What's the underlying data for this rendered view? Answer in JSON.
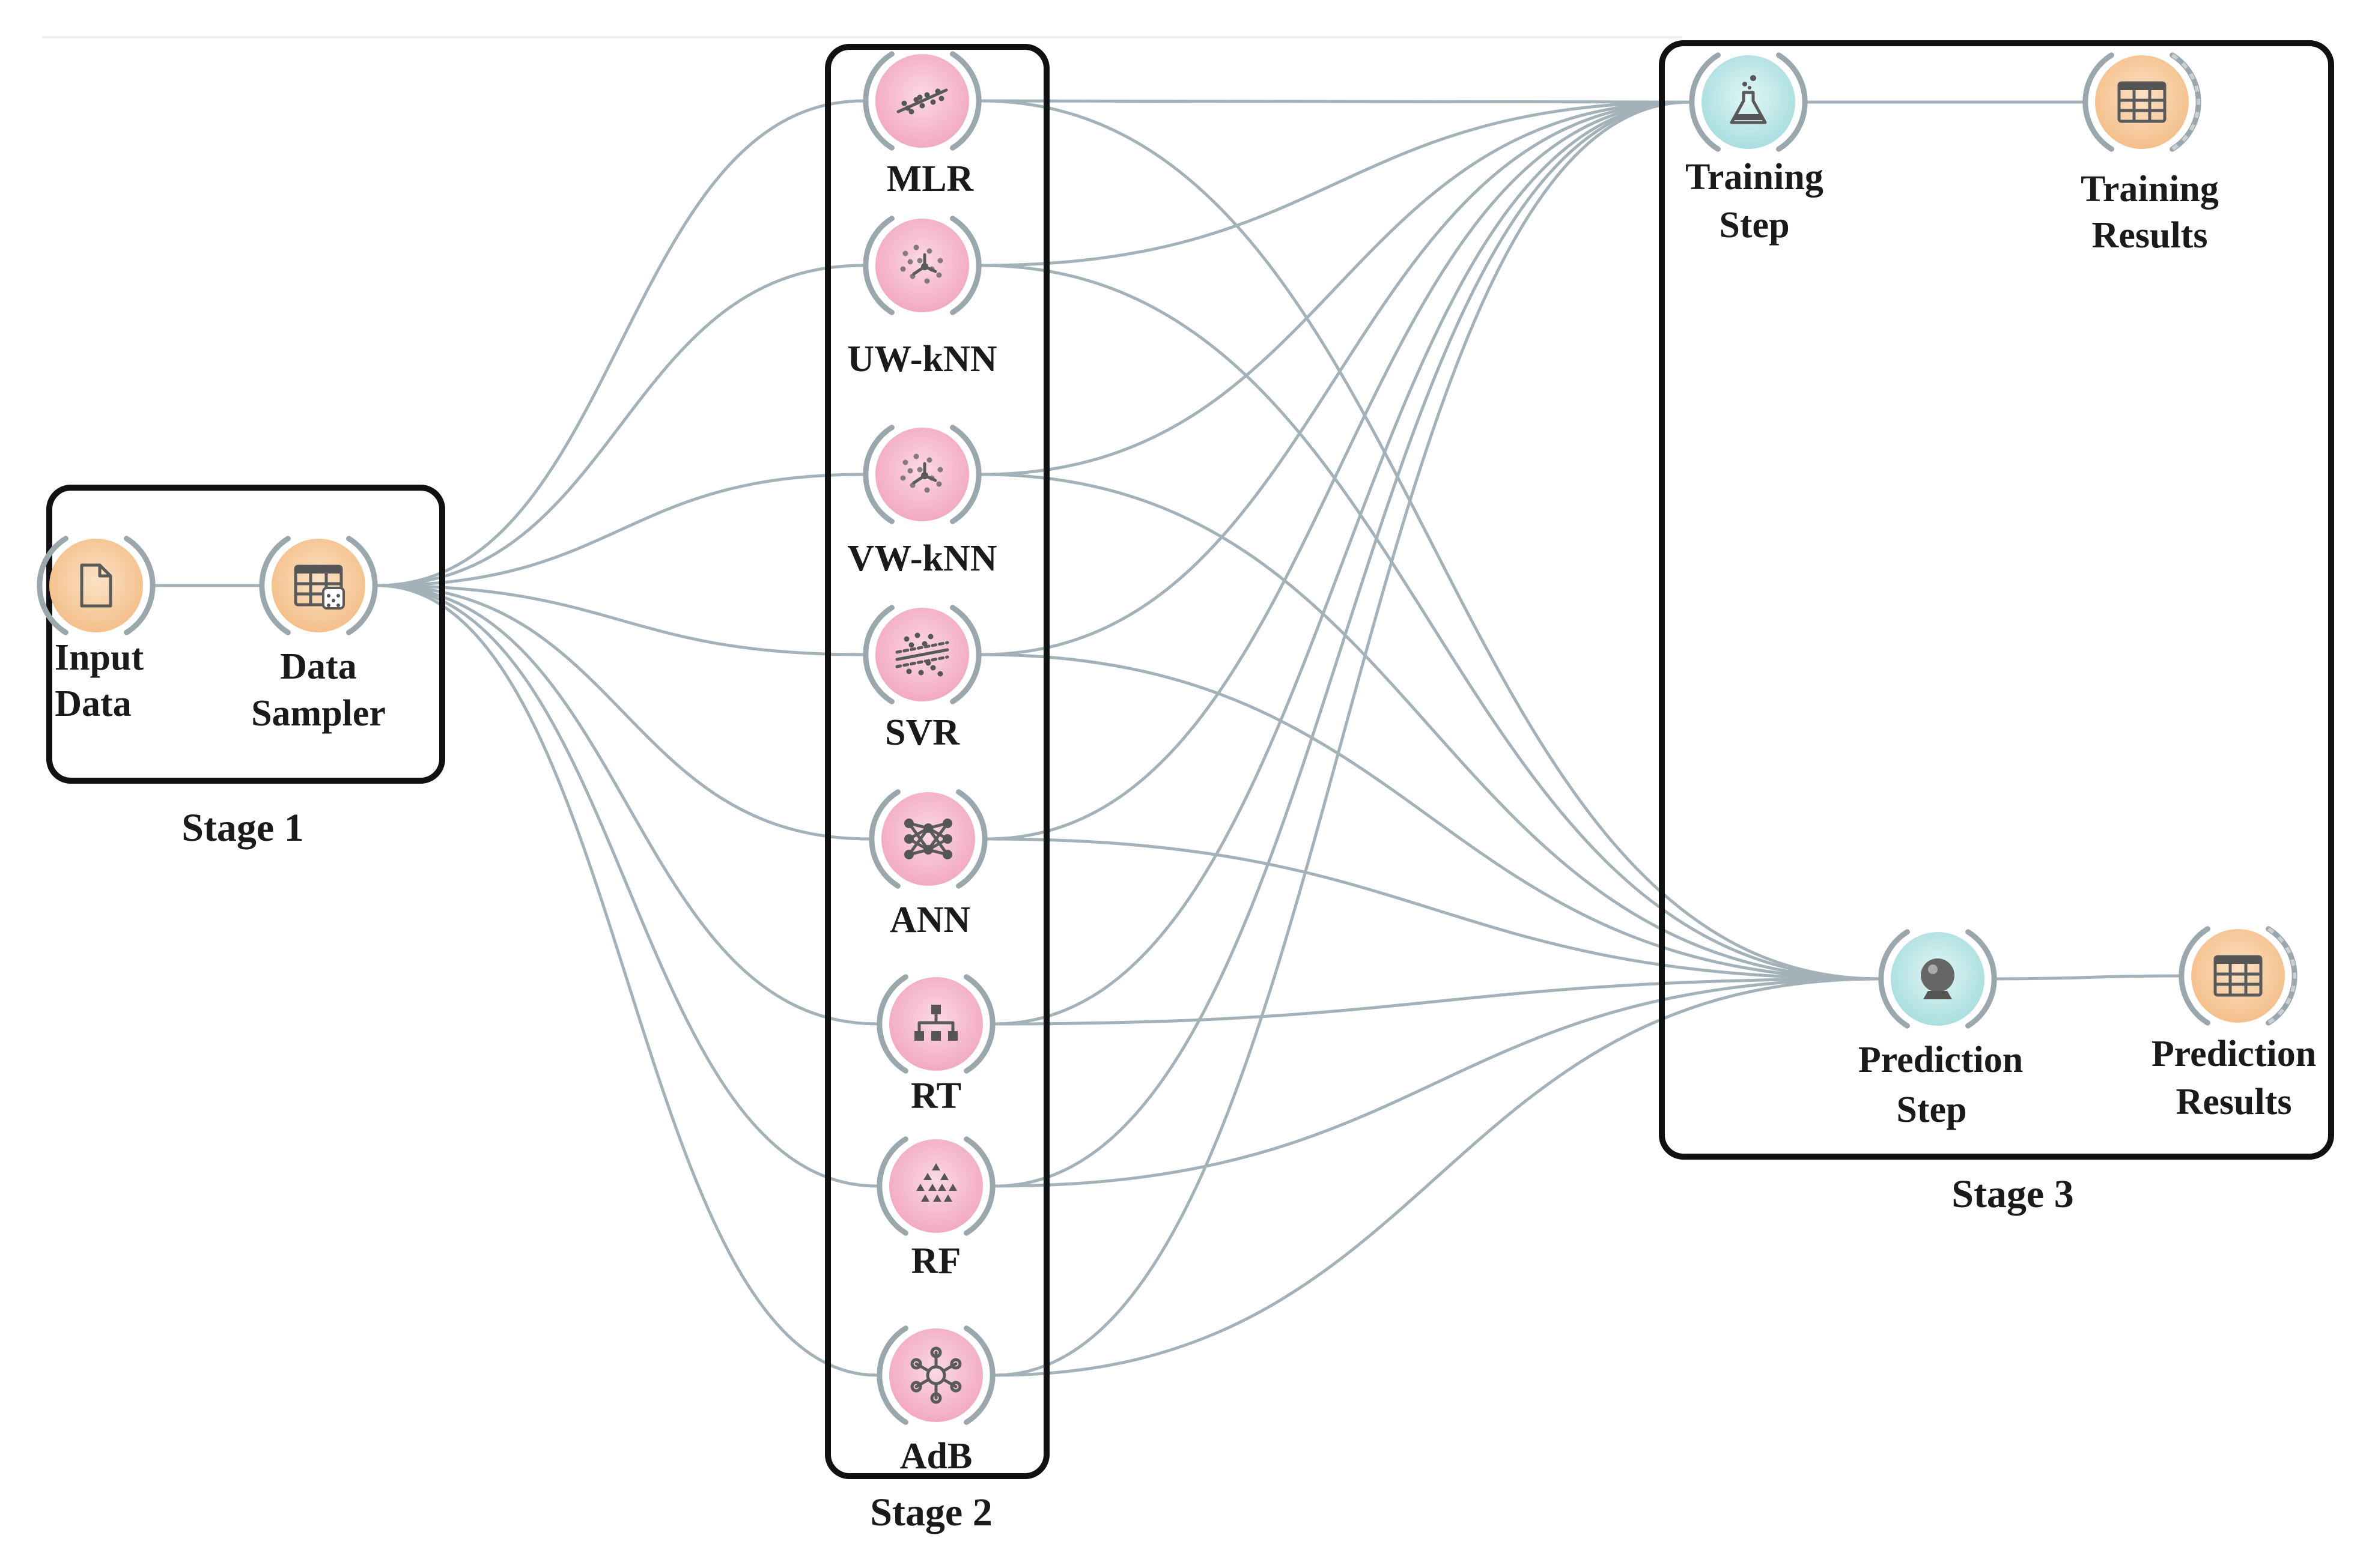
{
  "stages": {
    "stage1": "Stage 1",
    "stage2": "Stage 2",
    "stage3": "Stage 3"
  },
  "nodes": {
    "input_data": {
      "line1": "Input",
      "line2": "Data",
      "icon": "file-icon",
      "color": "#f9d3a8"
    },
    "data_sampler": {
      "line1": "Data",
      "line2": "Sampler",
      "icon": "table-dice-icon",
      "color": "#f9d3a8"
    },
    "mlr": {
      "line1": "MLR",
      "icon": "linear-regression-icon",
      "color": "#f7c4d4"
    },
    "uwknn": {
      "line1": "UW-kNN",
      "icon": "knn-icon",
      "color": "#f7c4d4"
    },
    "vwknn": {
      "line1": "VW-kNN",
      "icon": "knn-icon",
      "color": "#f7c4d4"
    },
    "svr": {
      "line1": "SVR",
      "icon": "svm-icon",
      "color": "#f7c4d4"
    },
    "ann": {
      "line1": "ANN",
      "icon": "neural-network-icon",
      "color": "#f7c4d4"
    },
    "rt": {
      "line1": "RT",
      "icon": "tree-icon",
      "color": "#f7c4d4"
    },
    "rf": {
      "line1": "RF",
      "icon": "forest-icon",
      "color": "#f7c4d4"
    },
    "adb": {
      "line1": "AdB",
      "icon": "adaboost-icon",
      "color": "#f7c4d4"
    },
    "training_step": {
      "line1": "Training",
      "line2": "Step",
      "icon": "flask-icon",
      "color": "#c9ecec"
    },
    "training_results": {
      "line1": "Training",
      "line2": "Results",
      "icon": "table-icon",
      "color": "#f9d3a8"
    },
    "prediction_step": {
      "line1": "Prediction",
      "line2": "Step",
      "icon": "crystal-ball-icon",
      "color": "#c9ecec"
    },
    "prediction_results": {
      "line1": "Prediction",
      "line2": "Results",
      "icon": "table-icon",
      "color": "#f9d3a8"
    }
  },
  "colors": {
    "edge": "#a3b2b8",
    "data_node": "#f9d3a8",
    "model_node": "#f7c4d4",
    "eval_node": "#c9ecec",
    "stage_border": "#111111"
  }
}
